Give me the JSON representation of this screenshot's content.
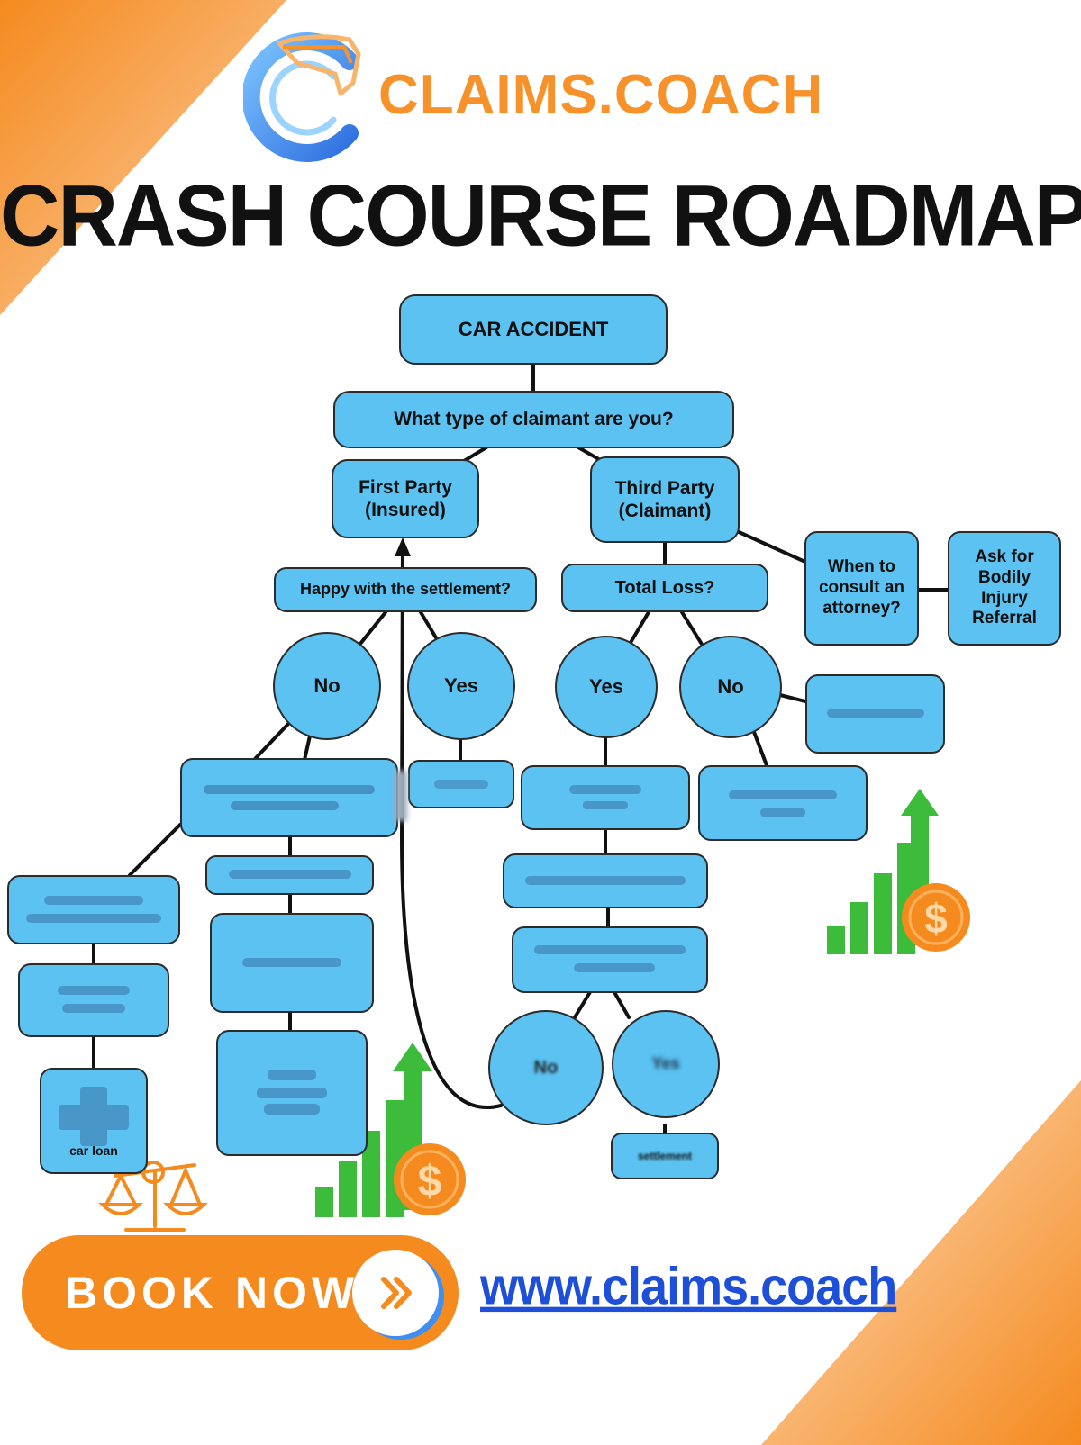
{
  "brand": {
    "name_part1": "CLAIMS.",
    "name_part2": "COACH"
  },
  "title": "CRASH COURSE ROADMAP",
  "nodes": {
    "car_accident": "CAR ACCIDENT",
    "claimant_type": "What type of claimant are you?",
    "first_party_line1": "First Party",
    "first_party_line2": "(Insured)",
    "third_party_line1": "Third Party",
    "third_party_line2": "(Claimant)",
    "happy_settlement": "Happy with the settlement?",
    "total_loss": "Total Loss?",
    "consult_attorney_line1": "When to",
    "consult_attorney_line2": "consult an",
    "consult_attorney_line3": "attorney?",
    "bodily_injury_line1": "Ask for",
    "bodily_injury_line2": "Bodily",
    "bodily_injury_line3": "Injury",
    "bodily_injury_line4": "Referral",
    "happy_no": "No",
    "happy_yes": "Yes",
    "total_loss_yes": "Yes",
    "total_loss_no": "No",
    "lower_no": "No",
    "lower_yes": "Yes",
    "partial_car_loan": "car loan",
    "partial_settlement": "settlement"
  },
  "cta": {
    "book_label": "BOOK NOW",
    "website": "www.claims.coach"
  },
  "colors": {
    "node_fill": "#5bc2f2",
    "accent_orange": "#f58a1f",
    "accent_blue": "#3e8ff0",
    "chart_green": "#3dbb3a"
  }
}
